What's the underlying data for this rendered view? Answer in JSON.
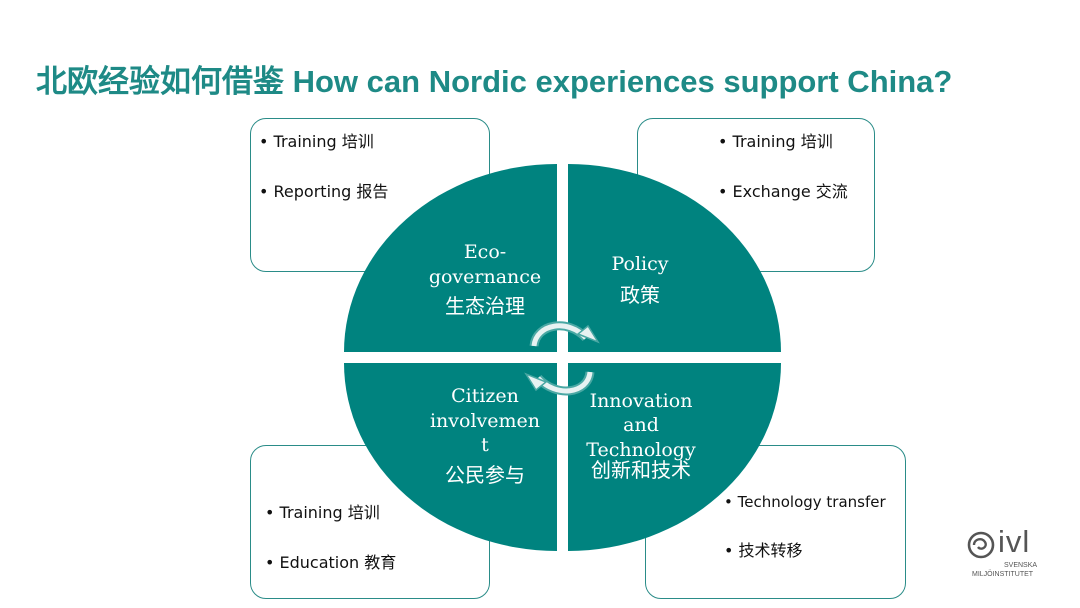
{
  "slide": {
    "title": "北欧经验如何借鉴 How can Nordic experiences support China?"
  },
  "boxes": {
    "top_left": {
      "items": [
        "• Training 培训",
        "• Reporting 报告"
      ]
    },
    "top_right": {
      "items": [
        "• Training 培训",
        "• Exchange 交流"
      ]
    },
    "bottom_left": {
      "items": [
        "•  Training 培训",
        "•  Education 教育"
      ]
    },
    "bottom_right": {
      "items": [
        "•   Technology transfer",
        "• 技术转移"
      ]
    }
  },
  "quadrants": {
    "eco": {
      "lines": [
        "Eco-",
        "governance",
        "生态治理"
      ]
    },
    "policy": {
      "lines": [
        "Policy",
        "政策"
      ]
    },
    "citizen": {
      "lines": [
        "Citizen",
        "involvemen",
        "t",
        "公民参与"
      ]
    },
    "innovation": {
      "lines": [
        "Innovation",
        "and",
        "Technology",
        "创新和技术"
      ]
    }
  },
  "logo": {
    "brand": "ivl",
    "line1": "SVENSKA",
    "line2": "MILJÖINSTITUTET"
  },
  "colors": {
    "teal": "#00837f",
    "title": "#1e8a86",
    "box_border": "#2a8c88"
  }
}
